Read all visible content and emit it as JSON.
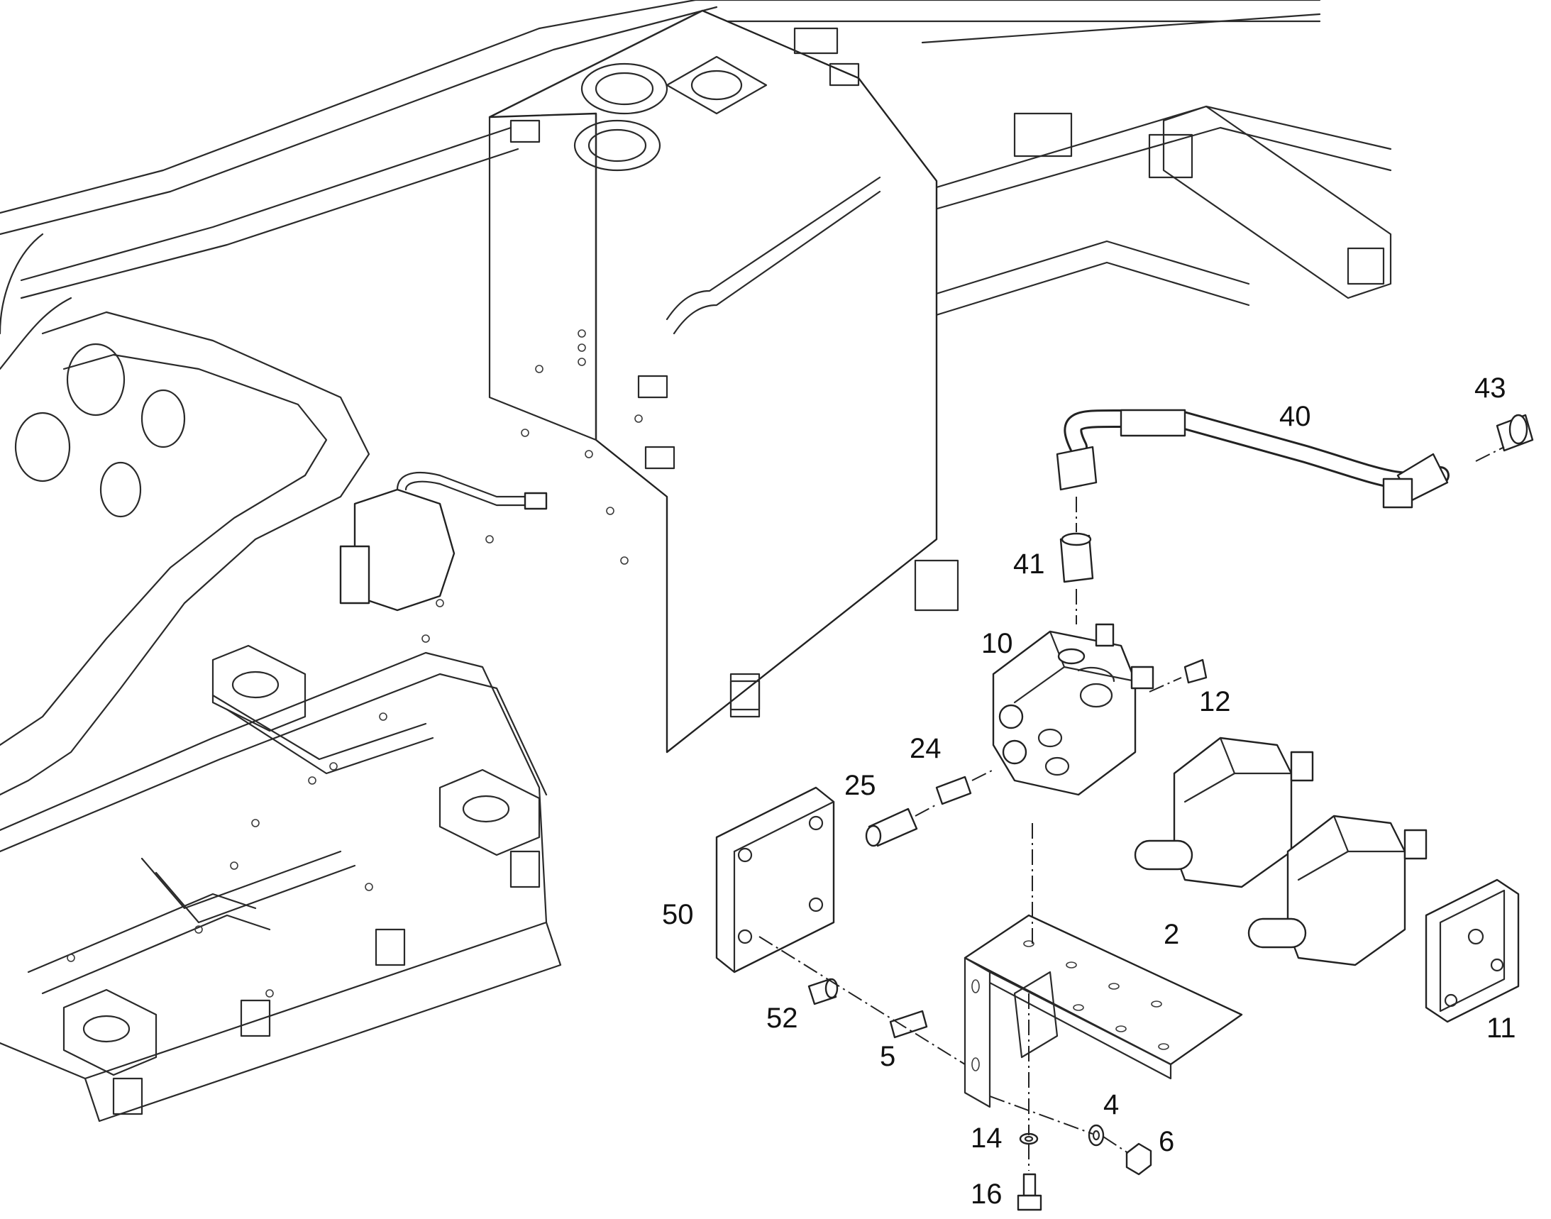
{
  "diagram": {
    "part_labels": {
      "p43": "43",
      "p40": "40",
      "p41": "41",
      "p10": "10",
      "p12": "12",
      "p24": "24",
      "p25": "25",
      "p50": "50",
      "p2": "2",
      "p11": "11",
      "p52": "52",
      "p5": "5",
      "p4": "4",
      "p14": "14",
      "p6": "6",
      "p16": "16"
    }
  }
}
